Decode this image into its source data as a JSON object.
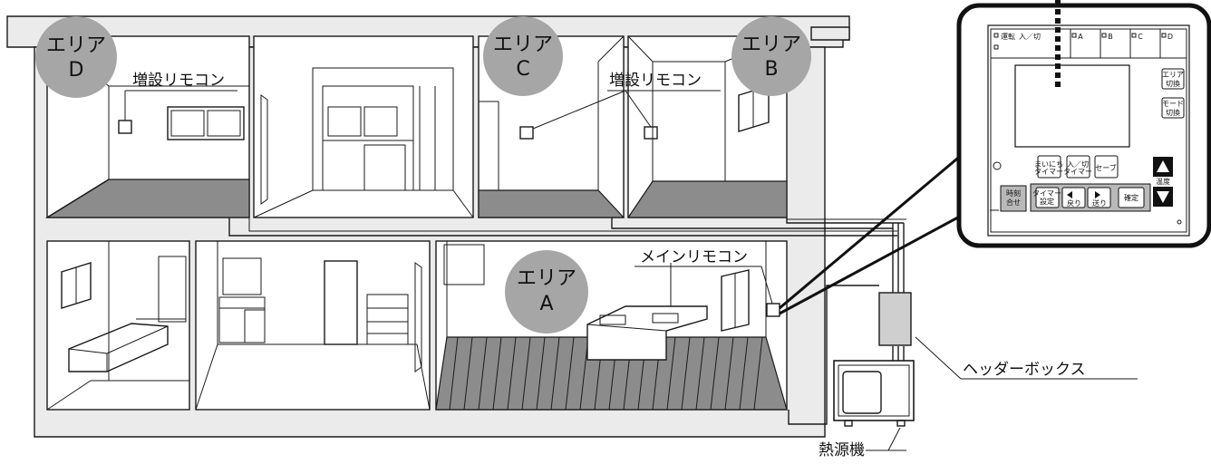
{
  "areas": {
    "a": {
      "line1": "エリア",
      "line2": "A"
    },
    "b": {
      "line1": "エリア",
      "line2": "B"
    },
    "c": {
      "line1": "エリア",
      "line2": "C"
    },
    "d": {
      "line1": "エリア",
      "line2": "D"
    }
  },
  "labels": {
    "sub_remote_d": "増設リモコン",
    "sub_remote_cb": "増設リモコン",
    "main_remote": "メインリモコン",
    "header_box": "ヘッダーボックス",
    "heat_source": "熱源機"
  },
  "remote_panel": {
    "indicators": {
      "run": "運転",
      "on_off": "入／切",
      "a": "A",
      "b": "B",
      "c": "C",
      "d": "D"
    },
    "side_buttons": {
      "area_switch": [
        "エリア",
        "切換"
      ],
      "mode_switch": [
        "モード",
        "切換"
      ]
    },
    "buttons": {
      "madori_timer": [
        "まいにち",
        "タイマー"
      ],
      "onoff_timer": [
        "入／切",
        "タイマー"
      ],
      "save": "セーブ",
      "clock": [
        "時刻",
        "合せ"
      ],
      "timer_set": [
        "タイマー",
        "設定"
      ],
      "back": "戻り",
      "forward": "送り",
      "confirm": "確定",
      "temp": "温度"
    }
  },
  "colors": {
    "badge": "#a6a6a6",
    "wall": "#ebebeb",
    "floor": "#8c8c8c"
  }
}
